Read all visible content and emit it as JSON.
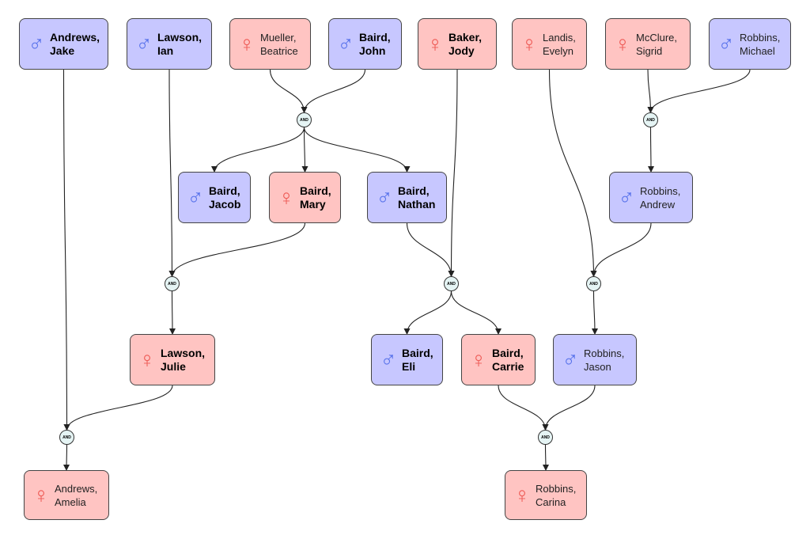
{
  "connector_label": "AND",
  "colors": {
    "male": "#c7c7ff",
    "female": "#ffc4c2",
    "male_symbol": "#5570ea",
    "female_symbol": "#ee5a55"
  },
  "persons": {
    "andrews_jake": {
      "last": "Andrews,",
      "first": "Jake",
      "sex": "male",
      "symbol": "male-icon"
    },
    "lawson_ian": {
      "last": "Lawson,",
      "first": "Ian",
      "sex": "male",
      "symbol": "male-icon"
    },
    "mueller_beatrice": {
      "last": "Mueller,",
      "first": "Beatrice",
      "sex": "female",
      "symbol": "female-icon"
    },
    "baird_john": {
      "last": "Baird,",
      "first": "John",
      "sex": "male",
      "symbol": "male-icon"
    },
    "baker_jody": {
      "last": "Baker,",
      "first": "Jody",
      "sex": "female",
      "symbol": "female-icon"
    },
    "landis_evelyn": {
      "last": "Landis,",
      "first": "Evelyn",
      "sex": "female",
      "symbol": "female-icon"
    },
    "mcclure_sigrid": {
      "last": "McClure,",
      "first": "Sigrid",
      "sex": "female",
      "symbol": "female-icon"
    },
    "robbins_michael": {
      "last": "Robbins,",
      "first": "Michael",
      "sex": "male",
      "symbol": "male-icon"
    },
    "baird_jacob": {
      "last": "Baird,",
      "first": "Jacob",
      "sex": "male",
      "symbol": "male-icon"
    },
    "baird_mary": {
      "last": "Baird,",
      "first": "Mary",
      "sex": "female",
      "symbol": "female-icon"
    },
    "baird_nathan": {
      "last": "Baird,",
      "first": "Nathan",
      "sex": "male",
      "symbol": "male-icon"
    },
    "robbins_andrew": {
      "last": "Robbins,",
      "first": "Andrew",
      "sex": "male",
      "symbol": "male-icon"
    },
    "lawson_julie": {
      "last": "Lawson,",
      "first": "Julie",
      "sex": "female",
      "symbol": "female-icon"
    },
    "baird_eli": {
      "last": "Baird,",
      "first": "Eli",
      "sex": "male",
      "symbol": "male-icon"
    },
    "baird_carrie": {
      "last": "Baird,",
      "first": "Carrie",
      "sex": "female",
      "symbol": "female-icon"
    },
    "robbins_jason": {
      "last": "Robbins,",
      "first": "Jason",
      "sex": "male",
      "symbol": "male-icon"
    },
    "andrews_amelia": {
      "last": "Andrews,",
      "first": "Amelia",
      "sex": "female",
      "symbol": "female-icon"
    },
    "robbins_carina": {
      "last": "Robbins,",
      "first": "Carina",
      "sex": "female",
      "symbol": "female-icon"
    }
  },
  "unions": {
    "and_baird": {
      "parents": [
        "mueller_beatrice",
        "baird_john"
      ],
      "children": [
        "baird_jacob",
        "baird_mary",
        "baird_nathan"
      ]
    },
    "and_robbins": {
      "parents": [
        "mcclure_sigrid",
        "robbins_michael"
      ],
      "children": [
        "robbins_andrew"
      ]
    },
    "and_lawson": {
      "parents": [
        "lawson_ian",
        "baird_mary"
      ],
      "children": [
        "lawson_julie"
      ]
    },
    "and_nathan": {
      "parents": [
        "baird_nathan",
        "baker_jody"
      ],
      "children": [
        "baird_eli",
        "baird_carrie"
      ]
    },
    "and_andrew": {
      "parents": [
        "landis_evelyn",
        "robbins_andrew"
      ],
      "children": [
        "robbins_jason"
      ]
    },
    "and_andrews": {
      "parents": [
        "andrews_jake",
        "lawson_julie"
      ],
      "children": [
        "andrews_amelia"
      ]
    },
    "and_carina": {
      "parents": [
        "baird_carrie",
        "robbins_jason"
      ],
      "children": [
        "robbins_carina"
      ]
    }
  }
}
